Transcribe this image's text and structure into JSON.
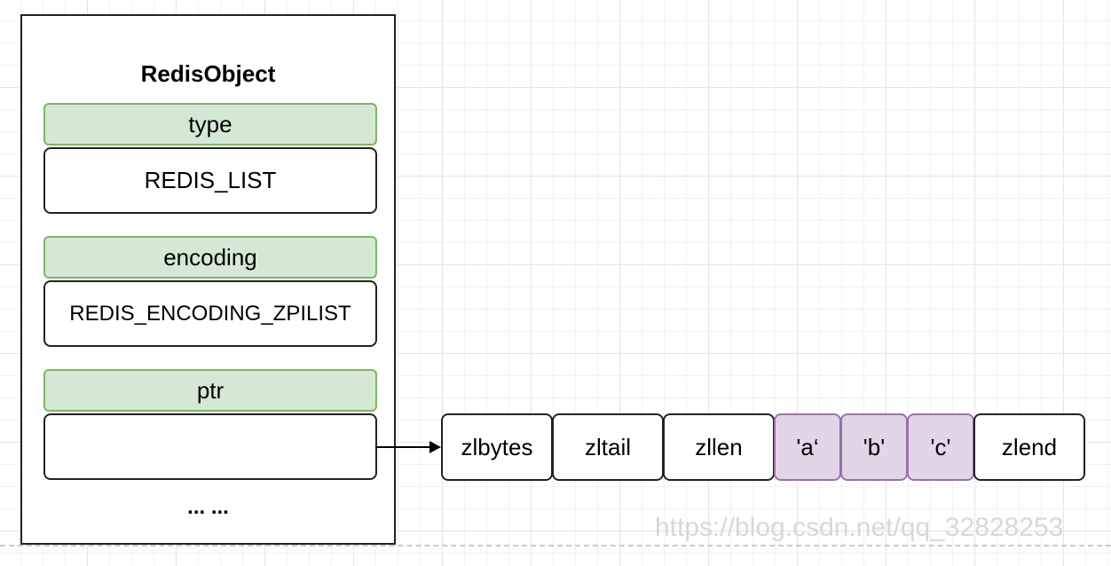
{
  "redis_object": {
    "title": "RedisObject",
    "fields": [
      {
        "label": "type",
        "value": "REDIS_LIST"
      },
      {
        "label": "encoding",
        "value": "REDIS_ENCODING_ZPILIST"
      },
      {
        "label": "ptr",
        "value": ""
      }
    ],
    "ellipsis": "... ..."
  },
  "ziplist": {
    "cells": [
      {
        "text": "zlbytes",
        "kind": "header"
      },
      {
        "text": "zltail",
        "kind": "header"
      },
      {
        "text": "zllen",
        "kind": "header"
      },
      {
        "text": "'a‘",
        "kind": "entry"
      },
      {
        "text": "'b'",
        "kind": "entry"
      },
      {
        "text": "'c'",
        "kind": "entry"
      },
      {
        "text": "zlend",
        "kind": "end"
      }
    ]
  },
  "colors": {
    "field_label_fill": "#d5e8d4",
    "field_label_stroke": "#82b366",
    "entry_fill": "#e1d5e7",
    "entry_stroke": "#9673a6"
  },
  "watermark": "https://blog.csdn.net/qq_32828253"
}
